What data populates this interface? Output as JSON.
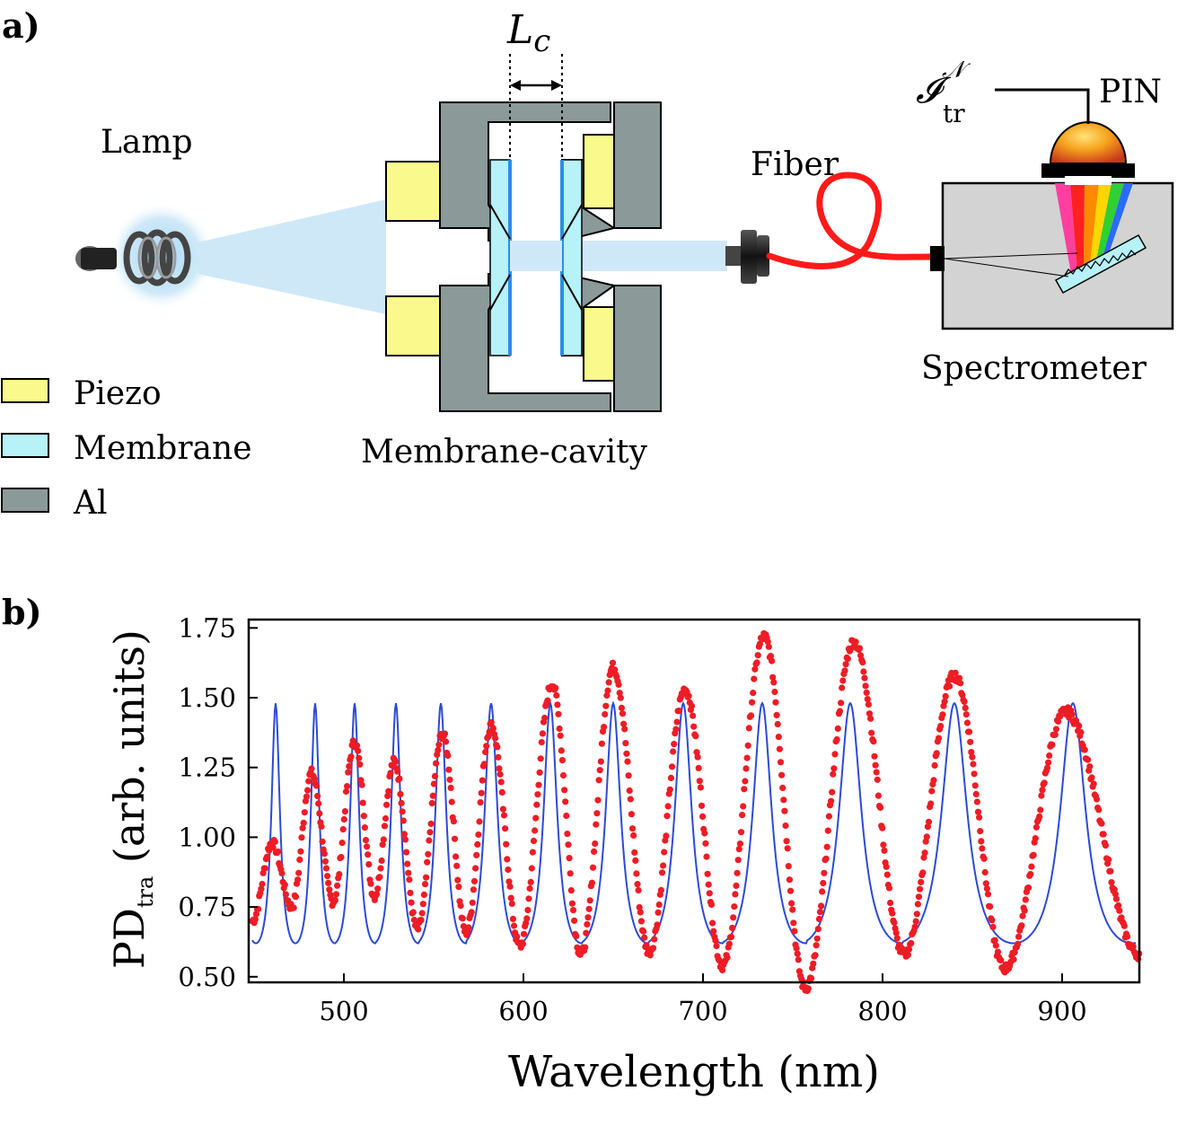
{
  "panel_a": {
    "label": "a)",
    "lc_base": "L",
    "lc_sub": "c",
    "lamp": "Lamp",
    "fiber": "Fiber",
    "pin": "PIN",
    "itr_base": "𝓘",
    "itr_sup": "𝒩",
    "itr_sub": "tr",
    "spectrometer": "Spectrometer",
    "cavity": "Membrane-cavity",
    "legend": [
      {
        "label": "Piezo",
        "color": "#fafa8c"
      },
      {
        "label": "Membrane",
        "color": "#b6f2f8"
      },
      {
        "label": "Al",
        "color": "#8c9999"
      }
    ]
  },
  "panel_b": {
    "label": "b)"
  },
  "colors": {
    "piezo": "#fafa8c",
    "membrane": "#b6f2f8",
    "membrane_edge": "#2a8ee6",
    "al": "#8c9999",
    "beam": "#cfe8f8",
    "fiber": "#ff1a1a",
    "spectrometer_box": "#d3d3d3",
    "data": "#ee1c25",
    "fit": "#2b4ad8"
  },
  "chart_data": {
    "type": "scatter",
    "xlabel": "Wavelength    (nm)",
    "ylabel_base": "PD",
    "ylabel_sub": "tra",
    "ylabel_tail": " (arb. units)",
    "xlim": [
      447,
      943
    ],
    "ylim": [
      0.48,
      1.78
    ],
    "xticks": [
      500,
      600,
      700,
      800,
      900
    ],
    "xtick_labels": [
      "500",
      "600",
      "700",
      "800",
      "900"
    ],
    "yticks": [
      0.5,
      0.75,
      1.0,
      1.25,
      1.5,
      1.75
    ],
    "ytick_labels": [
      "0.50",
      "0.75",
      "1.00",
      "1.25",
      "1.50",
      "1.75"
    ],
    "series": [
      {
        "kind": "fit-line",
        "color": "#2b4ad8",
        "peaks": [
          462,
          484,
          506,
          529,
          554,
          582,
          615,
          650,
          689,
          733,
          782,
          840,
          906
        ],
        "peak_value": 1.48,
        "valley_value": 0.62
      },
      {
        "kind": "data-points",
        "color": "#ee1c25",
        "peaks": [
          [
            460,
            0.98
          ],
          [
            482,
            1.23
          ],
          [
            506,
            1.34
          ],
          [
            528,
            1.27
          ],
          [
            555,
            1.37
          ],
          [
            582,
            1.4
          ],
          [
            616,
            1.55
          ],
          [
            650,
            1.61
          ],
          [
            690,
            1.53
          ],
          [
            734,
            1.72
          ],
          [
            784,
            1.7
          ],
          [
            840,
            1.58
          ],
          [
            902,
            1.45
          ]
        ],
        "valleys": [
          [
            449,
            0.7
          ],
          [
            471,
            0.75
          ],
          [
            494,
            0.77
          ],
          [
            517,
            0.79
          ],
          [
            541,
            0.67
          ],
          [
            568,
            0.66
          ],
          [
            598,
            0.61
          ],
          [
            632,
            0.58
          ],
          [
            670,
            0.59
          ],
          [
            711,
            0.54
          ],
          [
            757,
            0.46
          ],
          [
            812,
            0.58
          ],
          [
            868,
            0.53
          ],
          [
            943,
            0.58
          ]
        ]
      }
    ]
  }
}
